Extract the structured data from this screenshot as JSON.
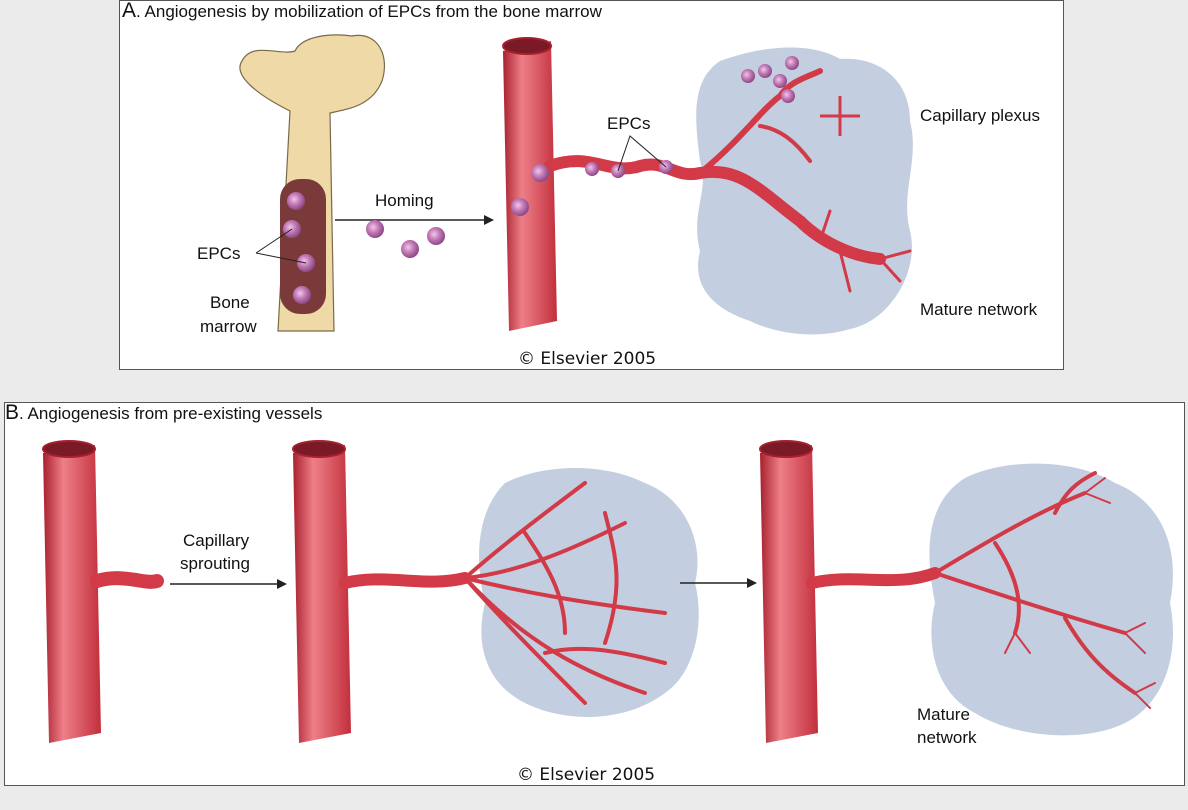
{
  "panel_a": {
    "letter": "A",
    "title": ". Angiogenesis by mobilization of EPCs from the bone marrow",
    "epcs_label_vessel": "EPCs",
    "epcs_label_bone": "EPCs",
    "homing": "Homing",
    "bone_marrow_line1": "Bone",
    "bone_marrow_line2": "marrow",
    "capillary_plexus": "Capillary plexus",
    "mature_network": "Mature network",
    "copyright": "© Elsevier 2005"
  },
  "panel_b": {
    "letter": "B",
    "title": ". Angiogenesis from pre-existing vessels",
    "capillary_sprouting_line1": "Capillary",
    "capillary_sprouting_line2": "sprouting",
    "mature_line1": "Mature",
    "mature_line2": "network",
    "copyright": "© Elsevier 2005"
  },
  "colors": {
    "vessel": "#d23a48",
    "vessel_dark": "#a8202e",
    "vessel_light": "#ee7f88",
    "tissue": "#c3cfe0",
    "bone": "#efd9a6",
    "marrow": "#7b3a3a",
    "cell": "#c47ab6"
  }
}
